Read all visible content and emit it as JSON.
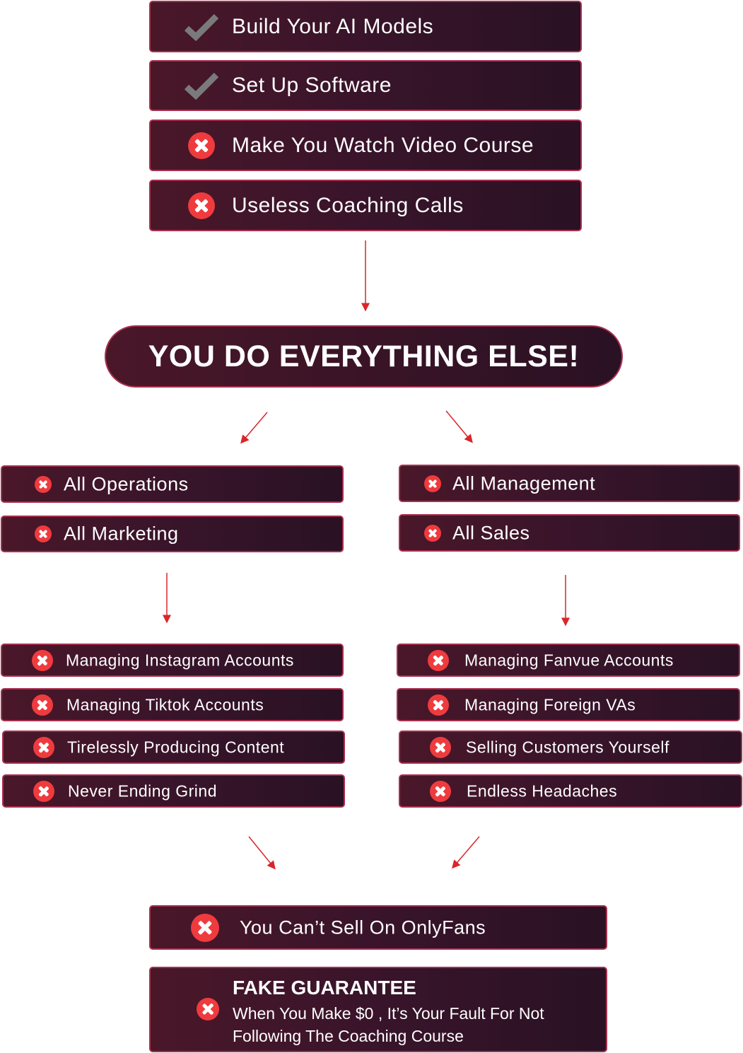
{
  "top_items": [
    {
      "label": "Build Your AI Models",
      "icon": "check-icon"
    },
    {
      "label": "Set Up Software",
      "icon": "check-icon"
    },
    {
      "label": "Make You Watch Video Course",
      "icon": "x-circle-icon"
    },
    {
      "label": "Useless Coaching Calls",
      "icon": "x-circle-icon"
    }
  ],
  "headline": "YOU DO EVERYTHING ELSE!",
  "left_group": [
    "All Operations",
    "All Marketing"
  ],
  "right_group": [
    "All Management",
    "All Sales"
  ],
  "left_list": [
    "Managing Instagram Accounts",
    "Managing Tiktok Accounts",
    "Tirelessly Producing Content",
    "Never Ending Grind"
  ],
  "right_list": [
    "Managing Fanvue Accounts",
    "Managing Foreign VAs",
    "Selling Customers Yourself",
    "Endless Headaches"
  ],
  "bottom": {
    "no_onlyfans": "You Can’t Sell On OnlyFans",
    "guarantee_title": "FAKE GUARANTEE",
    "guarantee_line1": "When You Make $0 , It’s Your Fault For Not",
    "guarantee_line2": "Following The Coaching Course"
  },
  "colors": {
    "box_border": "#a8304f",
    "box_bg": "#3a142a",
    "x_red": "#ef3b3e",
    "check_gray": "#7a7a7a",
    "arrow_red": "#d8262b"
  }
}
